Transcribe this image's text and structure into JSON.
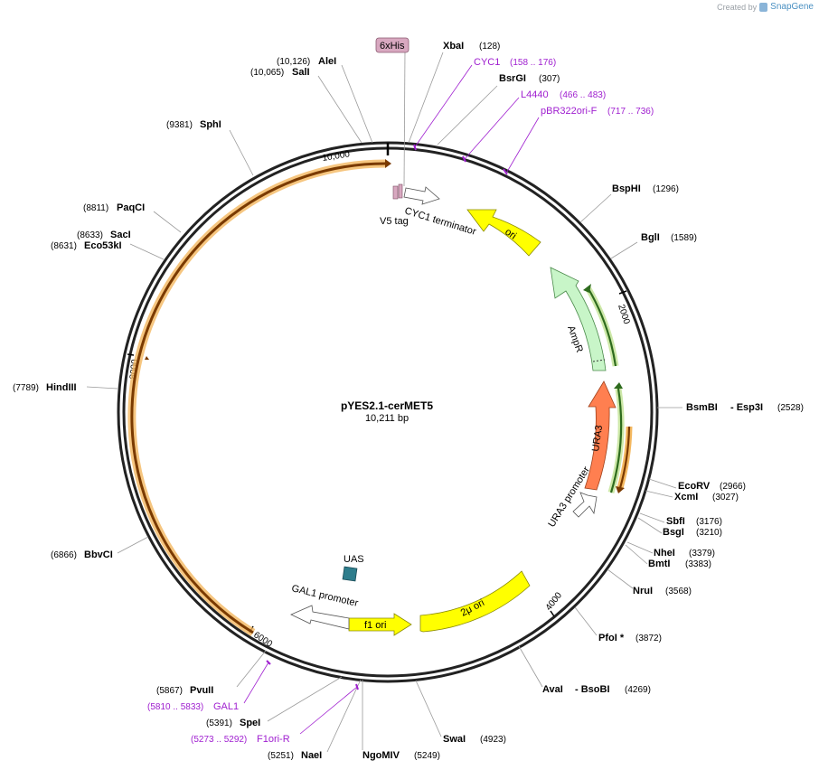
{
  "watermark": {
    "created_by": "Created by",
    "brand": "SnapGene"
  },
  "plasmid": {
    "name": "pYES2.1-cerMET5",
    "length_label": "10,211 bp",
    "total_bp": 10211
  },
  "colors": {
    "backbone": "#222222",
    "yellow": "#ffff00",
    "green_feature": "#c8f5c8",
    "orange_feature": "#ff7f50",
    "orf_outline": "#f4b860",
    "primer": "#a020d0",
    "his_tag": "#d8a8c0",
    "uas": "#2e7d8c"
  },
  "ticks": [
    {
      "bp": 2000,
      "label": "2000"
    },
    {
      "bp": 4000,
      "label": "4000"
    },
    {
      "bp": 6000,
      "label": "6000"
    },
    {
      "bp": 8000,
      "label": "8000"
    },
    {
      "bp": 10000,
      "label": "10,000"
    }
  ],
  "enzymes": [
    {
      "name": "XbaI",
      "pos": "(128)"
    },
    {
      "name": "BsrGI",
      "pos": "(307)"
    },
    {
      "name": "BspHI",
      "pos": "(1296)"
    },
    {
      "name": "BglI",
      "pos": "(1589)"
    },
    {
      "name": "BsmBI",
      "extra": "- Esp3I",
      "pos": "(2528)"
    },
    {
      "name": "EcoRV",
      "pos": "(2966)"
    },
    {
      "name": "XcmI",
      "pos": "(3027)"
    },
    {
      "name": "SbfI",
      "pos": "(3176)"
    },
    {
      "name": "BsgI",
      "pos": "(3210)"
    },
    {
      "name": "NheI",
      "pos": "(3379)"
    },
    {
      "name": "BmtI",
      "pos": "(3383)"
    },
    {
      "name": "NruI",
      "pos": "(3568)"
    },
    {
      "name": "PfoI *",
      "pos": "(3872)"
    },
    {
      "name": "AvaI",
      "extra": "- BsoBI",
      "pos": "(4269)"
    },
    {
      "name": "SwaI",
      "pos": "(4923)"
    },
    {
      "name": "NgoMIV",
      "pos": "(5249)"
    },
    {
      "name": "NaeI",
      "pos": "(5251)"
    },
    {
      "name": "SpeI",
      "pos": "(5391)"
    },
    {
      "name": "PvuII",
      "pos": "(5867)"
    },
    {
      "name": "BbvCI",
      "pos": "(6866)"
    },
    {
      "name": "HindIII",
      "pos": "(7789)"
    },
    {
      "name": "Eco53kI",
      "pos": "(8631)"
    },
    {
      "name": "SacI",
      "pos": "(8633)"
    },
    {
      "name": "PaqCI",
      "pos": "(8811)"
    },
    {
      "name": "SphI",
      "pos": "(9381)"
    },
    {
      "name": "SalI",
      "pos": "(10,065)"
    },
    {
      "name": "AleI",
      "pos": "(10,126)"
    }
  ],
  "primers": [
    {
      "name": "CYC1",
      "range": "(158 .. 176)"
    },
    {
      "name": "L4440",
      "range": "(466 .. 483)"
    },
    {
      "name": "pBR322ori-F",
      "range": "(717 .. 736)"
    },
    {
      "name": "GAL1",
      "range": "(5810 .. 5833)"
    },
    {
      "name": "F1ori-R",
      "range": "(5273 .. 5292)"
    }
  ],
  "features": {
    "his_tag": "6xHis",
    "v5": "V5 tag",
    "cyc1_term": "CYC1 terminator",
    "ori": "ori",
    "ampr": "AmpR",
    "ura3": "URA3",
    "ura3_promoter": "URA3 promoter",
    "two_micron": "2μ ori",
    "f1_ori": "f1 ori",
    "gal1_promoter": "GAL1 promoter",
    "uas": "UAS"
  }
}
